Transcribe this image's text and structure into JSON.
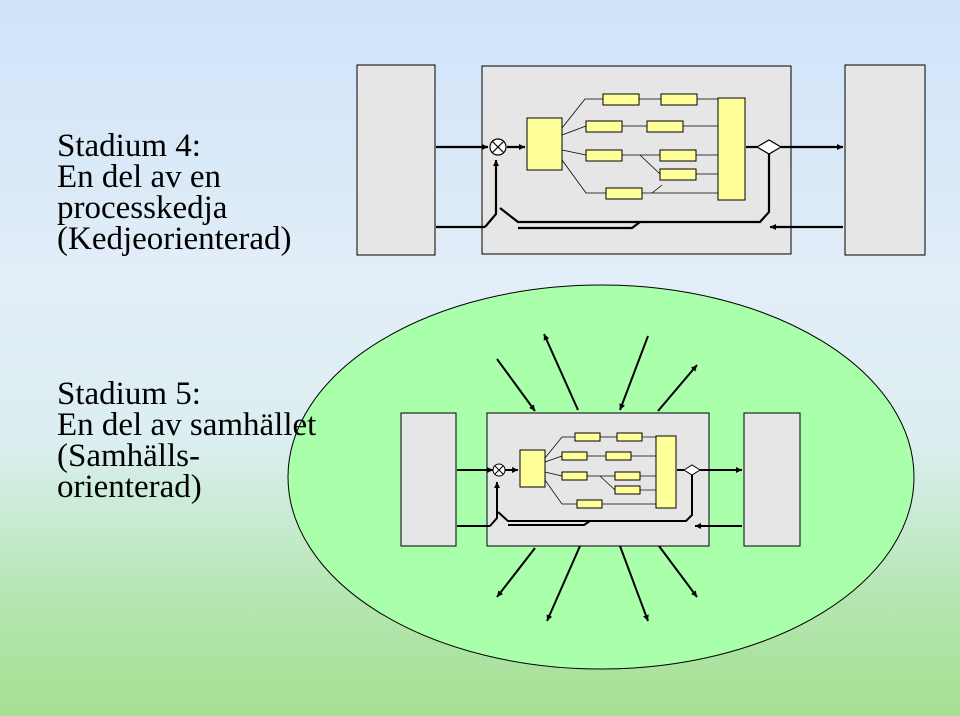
{
  "stage4": {
    "lines": [
      "Stadium 4:",
      "En del av en",
      "processkedja",
      "(Kedjeorienterad)"
    ]
  },
  "stage5": {
    "lines": [
      "Stadium 5:",
      "En del av samhället",
      "(Samhälls-",
      "orienterad)"
    ]
  },
  "colors": {
    "panel_fill": "#e6e6e6",
    "process_box_fill": "#ffff99",
    "ellipse_fill": "#aaffaa",
    "line_color": "#000000"
  }
}
